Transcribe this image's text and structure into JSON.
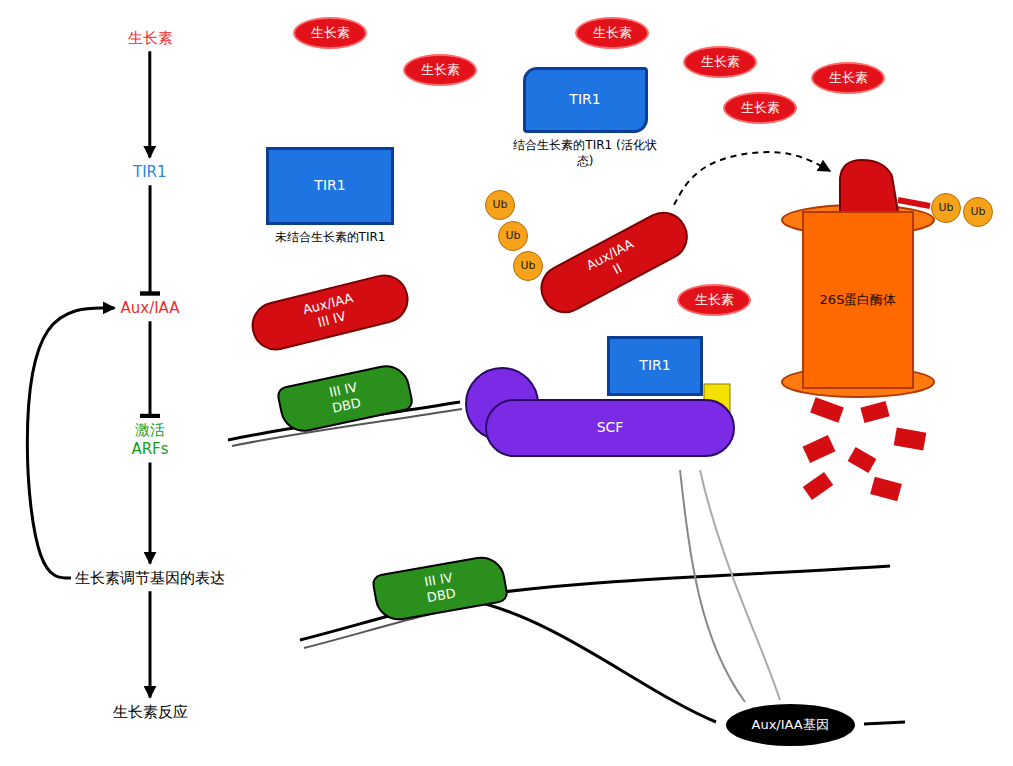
{
  "diagram": {
    "nodes": [
      {
        "text": [
          "生长素"
        ]
      },
      {
        "text": [
          "TIR1"
        ]
      },
      {
        "text": [
          "Aux/IAA"
        ]
      },
      {
        "text": [
          "激活 ARFs"
        ]
      },
      {
        "text": [
          "生长素调节基因的表达"
        ]
      },
      {
        "text": [
          "生长素反应"
        ]
      },
      {
        "text": [
          "生长素"
        ]
      },
      {
        "text": [
          "生长素"
        ]
      },
      {
        "text": [
          "生长素"
        ]
      },
      {
        "text": [
          "生长素"
        ]
      },
      {
        "text": [
          "生长素"
        ]
      },
      {
        "text": [
          "生长素"
        ]
      },
      {
        "text": [
          "TIR1",
          "未结合生长素的TIR1"
        ]
      },
      {
        "text": [
          "TIR1",
          "结合生长素的TIR1 (活化状态)"
        ]
      },
      {
        "text": [
          "Aux/IAA",
          "III IV"
        ]
      },
      {
        "text": [
          "III IV",
          "DBD"
        ]
      },
      {
        "text": [
          "Ub"
        ]
      },
      {
        "text": [
          "Ub"
        ]
      },
      {
        "text": [
          "Ub"
        ]
      },
      {
        "text": [
          "Aux/IAA",
          "II"
        ]
      },
      {
        "text": [
          "生长素"
        ]
      },
      {
        "text": [
          "TIR1"
        ]
      },
      {
        "text": [
          "SCF"
        ]
      },
      {
        "text": [
          "26S蛋白酶体"
        ]
      },
      {
        "text": [
          "Ub"
        ]
      },
      {
        "text": [
          "Ub"
        ]
      },
      {
        "text": [
          "III IV",
          "DBD"
        ]
      },
      {
        "text": [
          "Aux/IAA基因"
        ]
      }
    ],
    "edges": [
      {
        "from": 0,
        "to": 1,
        "arrow": "to"
      },
      {
        "from": 1,
        "to": 2,
        "arrow": "to"
      },
      {
        "from": 2,
        "to": 3,
        "arrow": "to"
      },
      {
        "from": 3,
        "to": 4,
        "arrow": "to"
      },
      {
        "from": 4,
        "to": 5,
        "arrow": "to"
      },
      {
        "from": 4,
        "to": 2,
        "arrow": "to"
      },
      {
        "from": 19,
        "to": 23,
        "arrow": "to"
      }
    ]
  }
}
